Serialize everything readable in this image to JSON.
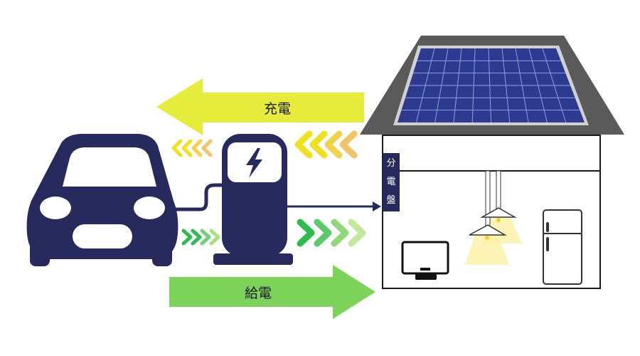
{
  "labels": {
    "charge": "充電",
    "supply": "給電",
    "distribution_board": [
      "分",
      "電",
      "盤"
    ]
  },
  "colors": {
    "navy": "#262a5c",
    "charge_arrow": "#e5ec3c",
    "supply_arrow": "#7dd35a",
    "chevron_yellow": "#f0e020",
    "chevron_orange": "#f3c466",
    "chevron_green": "#2dbd4e",
    "chevron_light_green": "#a8e27a",
    "roof": "#5a5a5a",
    "panel": "#2c3a8f",
    "lamp_light": "#fbf1a3"
  },
  "icons": [
    "car-icon",
    "ev-charger-icon",
    "lightning-icon",
    "solar-panel-icon",
    "tv-icon",
    "pendant-lamp-icon",
    "refrigerator-icon"
  ]
}
